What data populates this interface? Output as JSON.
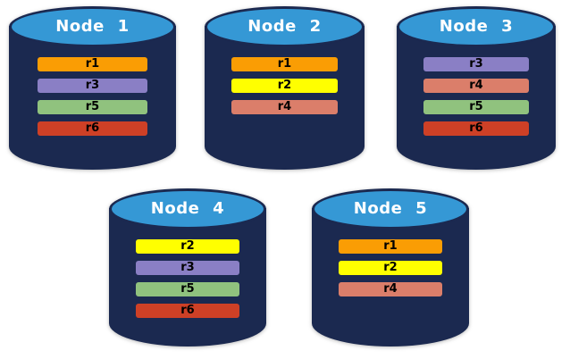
{
  "diagram": {
    "description": "Replica distribution across database nodes"
  },
  "colors": {
    "cylinder_body": "#1B2950",
    "cylinder_top": "#3598D5",
    "title_text": "#ffffff",
    "bar_text": "#000000",
    "replicas": {
      "r1": "#FA9D04",
      "r2": "#FFFF00",
      "r3": "#8A7FC5",
      "r4": "#DB7E6A",
      "r5": "#90C27E",
      "r6": "#CE4026"
    }
  },
  "nodes": [
    {
      "label": "Node 1",
      "replicas": [
        "r1",
        "r3",
        "r5",
        "r6"
      ]
    },
    {
      "label": "Node 2",
      "replicas": [
        "r1",
        "r2",
        "r4"
      ]
    },
    {
      "label": "Node 3",
      "replicas": [
        "r3",
        "r4",
        "r5",
        "r6"
      ]
    },
    {
      "label": "Node 4",
      "replicas": [
        "r2",
        "r3",
        "r5",
        "r6"
      ]
    },
    {
      "label": "Node 5",
      "replicas": [
        "r1",
        "r2",
        "r4"
      ]
    }
  ]
}
